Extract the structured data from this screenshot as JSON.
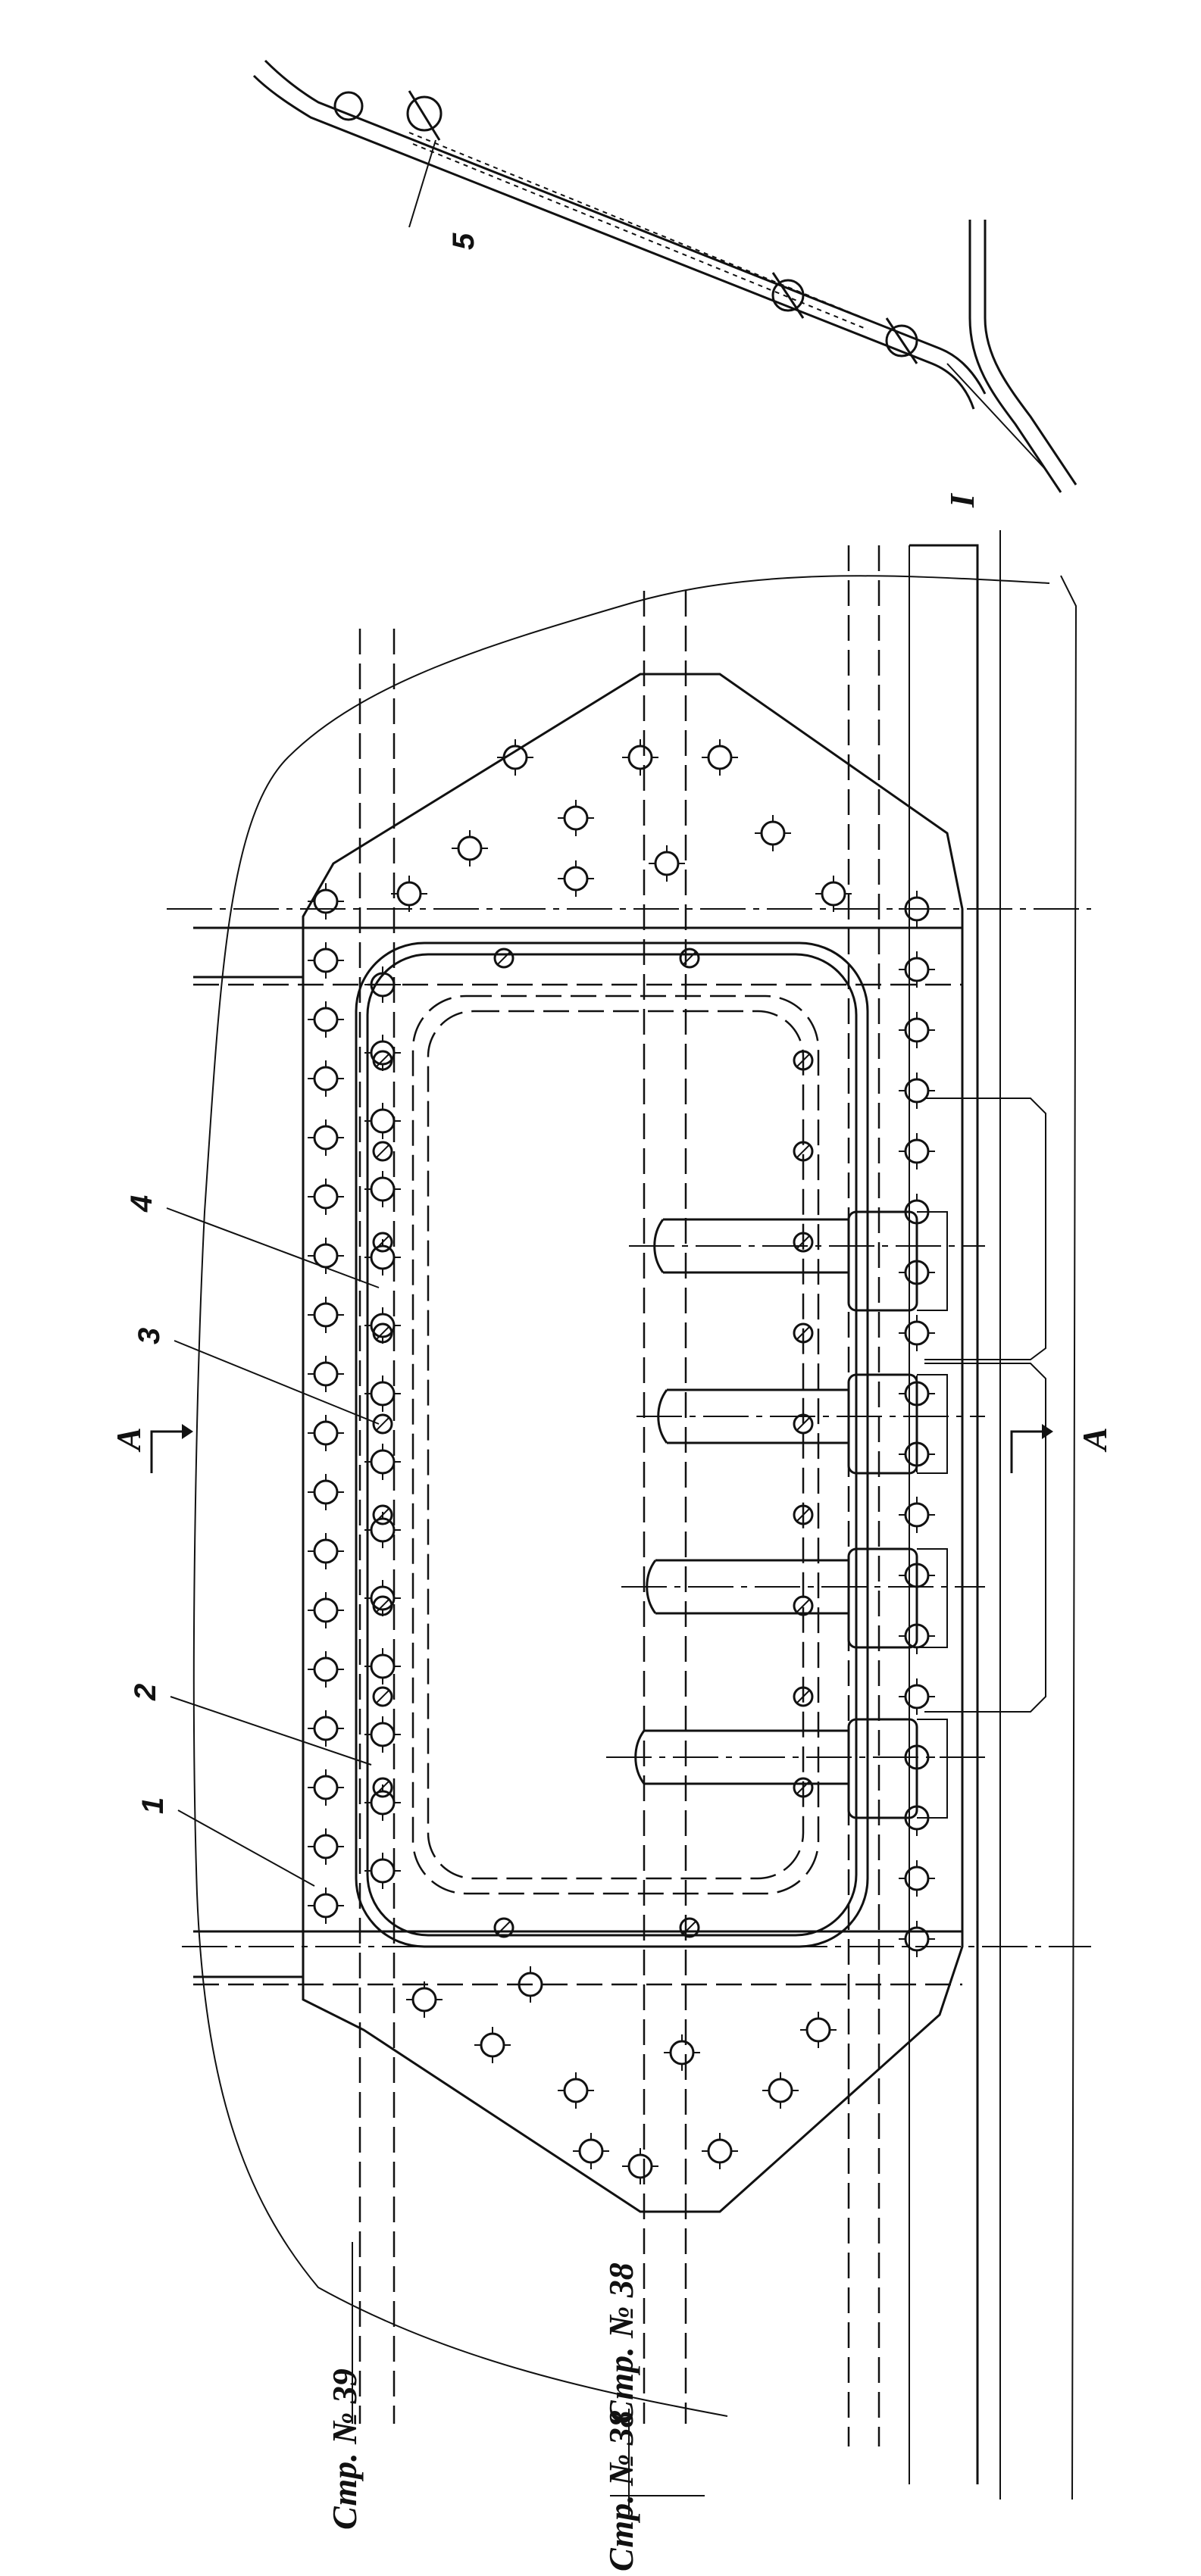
{
  "callouts": [
    "1",
    "2",
    "3",
    "4",
    "5"
  ],
  "section_marker": "A",
  "section_detail_label": "I",
  "frame_labels": [
    "Стр. № 39",
    "Стр. № 38",
    "Стр. № 38"
  ]
}
